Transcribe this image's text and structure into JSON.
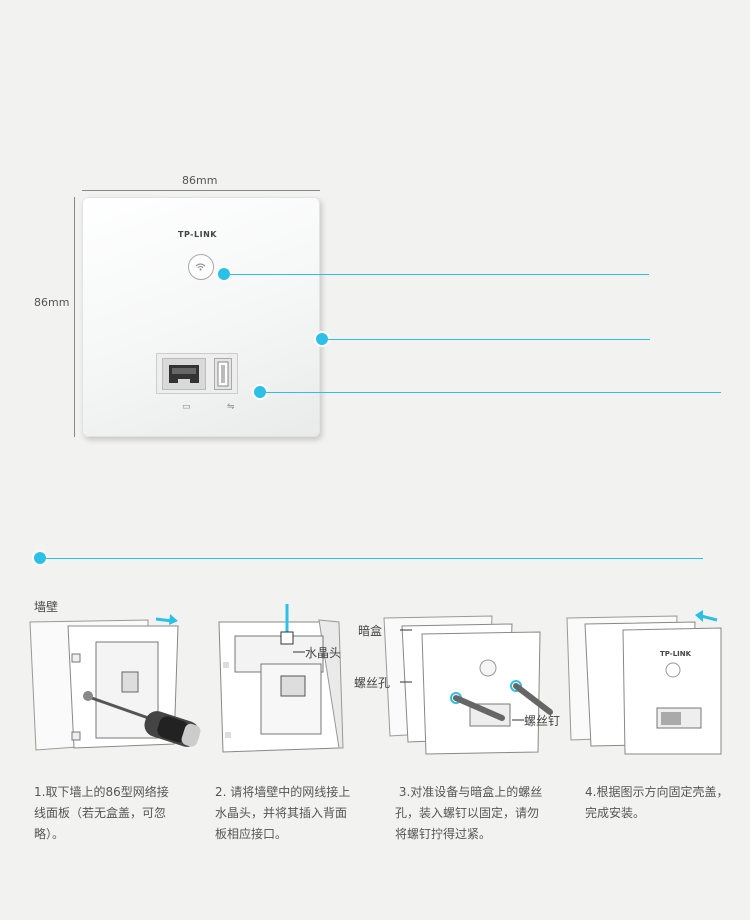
{
  "dimensions": {
    "width_label": "86mm",
    "height_label": "86mm"
  },
  "product": {
    "brand": "TP-LINK"
  },
  "install": {
    "wall_label": "墙壁",
    "callouts": {
      "crystal_head": "水晶头",
      "back_box": "暗盒",
      "screw_hole": "螺丝孔",
      "screw": "螺丝钉"
    },
    "steps": [
      {
        "lines": [
          "1.取下墙上的86型网络接",
          "线面板（若无盒盖，可忽",
          "略）。"
        ]
      },
      {
        "lines": [
          "2. 请将墙壁中的网线接上",
          "水晶头，并将其插入背面",
          "板相应接口。"
        ]
      },
      {
        "lines": [
          " 3.对准设备与暗盒上的螺丝",
          "孔，装入螺钉以固定，请勿",
          "将螺钉拧得过紧。"
        ]
      },
      {
        "lines": [
          "4.根据图示方向固定壳盖，",
          "完成安装。"
        ]
      }
    ]
  },
  "colors": {
    "accent": "#2cc0e6",
    "background": "#f2f3f1"
  },
  "icons": [
    "wifi-icon",
    "ethernet-icon",
    "usb-icon",
    "arrow-right-icon",
    "arrow-left-icon",
    "screwdriver-icon"
  ]
}
